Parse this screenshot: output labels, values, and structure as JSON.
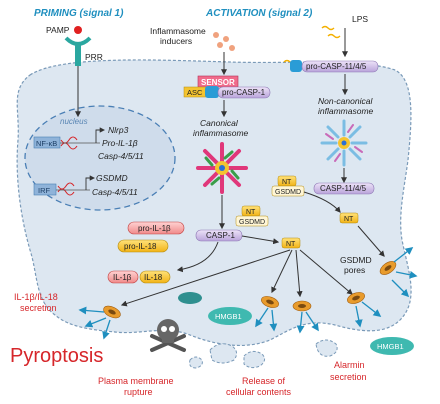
{
  "signals": {
    "priming": "PRIMING (signal 1)",
    "activation": "ACTIVATION (signal 2)"
  },
  "labels": {
    "pamp": "PAMP",
    "prr": "PRR",
    "inducers_1": "Inflammasome",
    "inducers_2": "inducers",
    "lps": "LPS",
    "nucleus": "nucleus",
    "nfkb": "NF-κB",
    "irf": "IRF",
    "genes_nfkb": [
      "Nlrp3",
      "Pro-IL-1β",
      "Casp-4/5/11"
    ],
    "genes_irf": [
      "GSDMD",
      "Casp-4/5/11"
    ],
    "sensor": "SENSOR",
    "asc": "ASC",
    "pro_casp1": "pro-CASP-1",
    "canonical_1": "Canonical",
    "canonical_2": "inflammasome",
    "pro_casp_11": "pro-CASP-11/4/5",
    "noncanonical_1": "Non-canonical",
    "noncanonical_2": "inflammasome",
    "casp_11": "CASP-11/4/5",
    "nt": "NT",
    "gsdmd": "GSDMD",
    "casp1": "CASP-1",
    "pro_il1b": "pro-IL-1β",
    "pro_il18": "pro-IL-18",
    "il1b": "IL-1β",
    "il18": "IL-18",
    "gsdmd_pores_1": "GSDMD",
    "gsdmd_pores_2": "pores",
    "hmgb1": "HMGB1",
    "secretion_1": "IL-1β/IL-18",
    "secretion_2": "secretion",
    "pyroptosis": "Pyroptosis",
    "rupture_1": "Plasma membrane",
    "rupture_2": "rupture",
    "release_1": "Release of",
    "release_2": "cellular contents",
    "alarmin_1": "Alarmin",
    "alarmin_2": "secretion"
  },
  "colors": {
    "cell": "#dde7f1",
    "cell_border": "#7a9ab8",
    "signal": "#1f8fbf",
    "red": "#d6262a",
    "casp": "#c9b6e4",
    "nt": "#f4c430",
    "pore": "#e89b2c",
    "hmgb1": "#3fb9b0"
  }
}
